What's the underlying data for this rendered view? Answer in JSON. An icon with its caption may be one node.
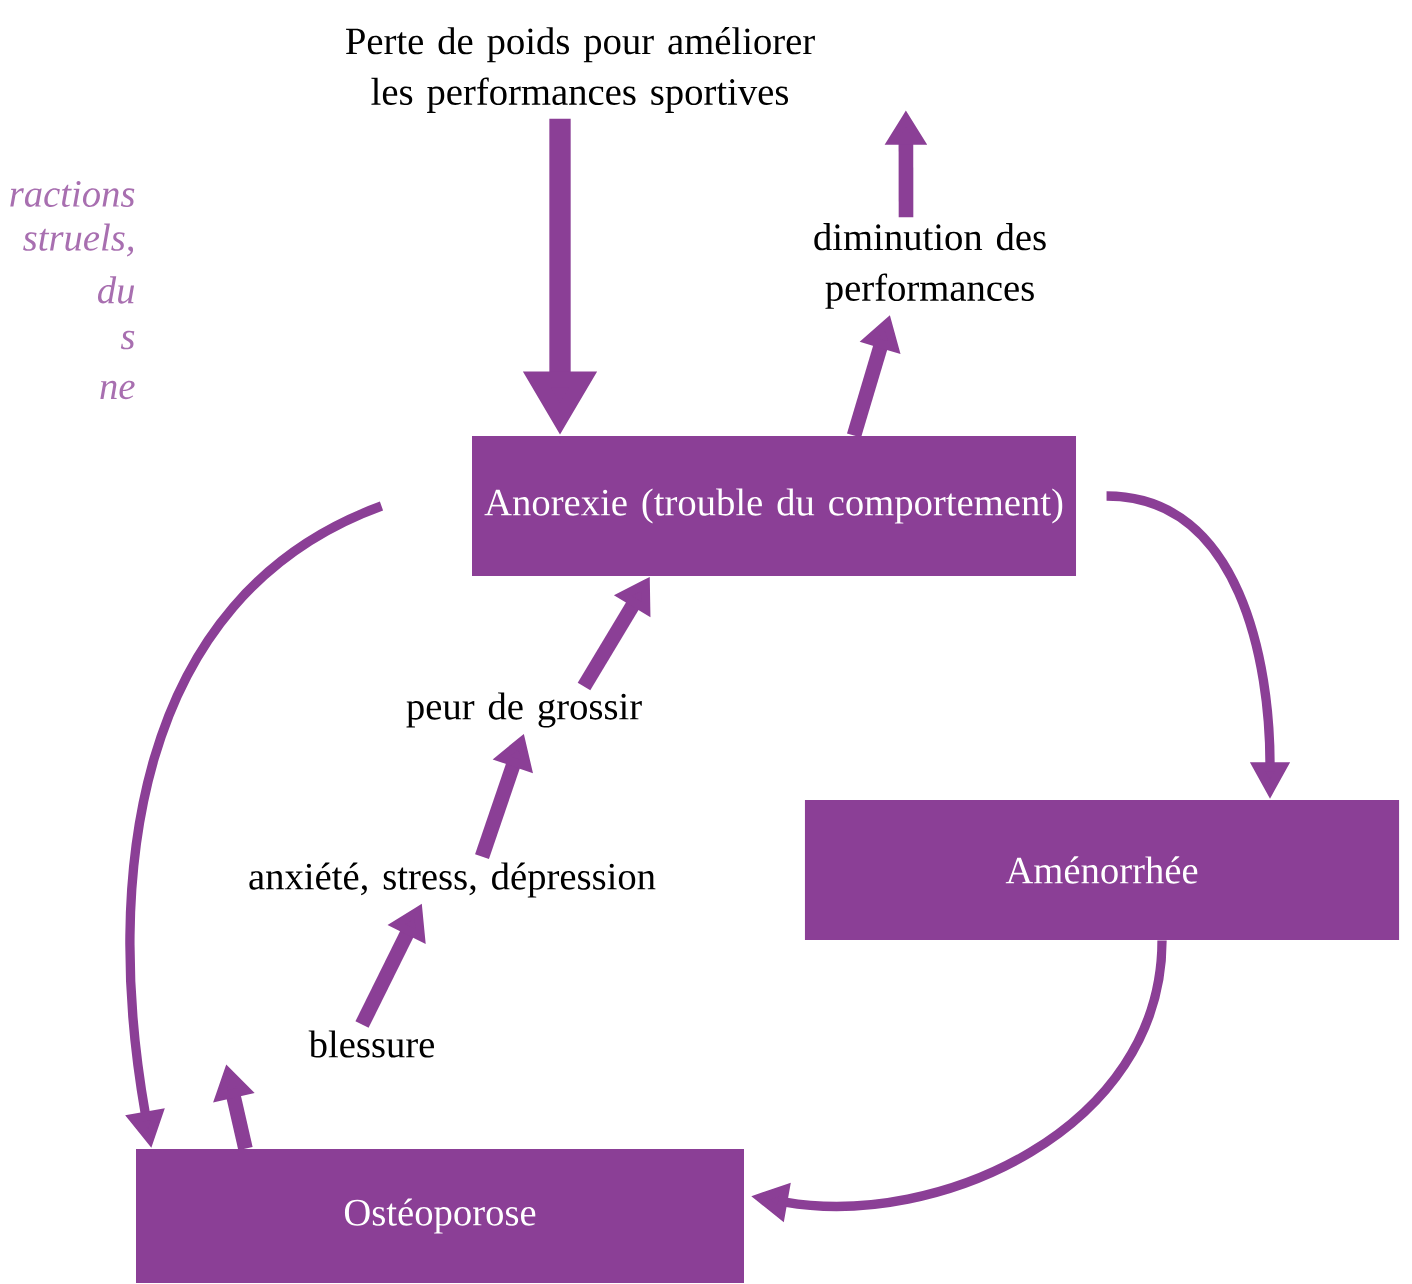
{
  "diagram": {
    "nodes": [
      {
        "text": [
          "Perte de poids pour améliorer les performances sportives"
        ]
      },
      {
        "text": [
          "diminution des performances"
        ]
      },
      {
        "text": [
          "Anorexie (trouble du comportement)"
        ]
      },
      {
        "text": [
          "peur de grossir"
        ]
      },
      {
        "text": [
          "anxiété, stress, dépression"
        ]
      },
      {
        "text": [
          "blessure"
        ]
      },
      {
        "text": [
          "Aménorrhée"
        ]
      },
      {
        "text": [
          "Ostéoporose"
        ]
      }
    ],
    "edges": [
      {
        "from": 0,
        "to": 2,
        "arrow": "to"
      },
      {
        "from": 2,
        "to": 1,
        "arrow": "to"
      },
      {
        "from": 1,
        "to": 0,
        "arrow": "to"
      },
      {
        "from": 2,
        "to": 6,
        "arrow": "to"
      },
      {
        "from": 6,
        "to": 7,
        "arrow": "to"
      },
      {
        "from": 2,
        "to": 7,
        "arrow": "to"
      },
      {
        "from": 7,
        "to": 5,
        "arrow": "to"
      },
      {
        "from": 5,
        "to": 4,
        "arrow": "to"
      },
      {
        "from": 4,
        "to": 3,
        "arrow": "to"
      },
      {
        "from": 3,
        "to": 2,
        "arrow": "to"
      }
    ],
    "labels": [
      "ractions",
      "struels,",
      "du",
      "s",
      "ne"
    ]
  }
}
